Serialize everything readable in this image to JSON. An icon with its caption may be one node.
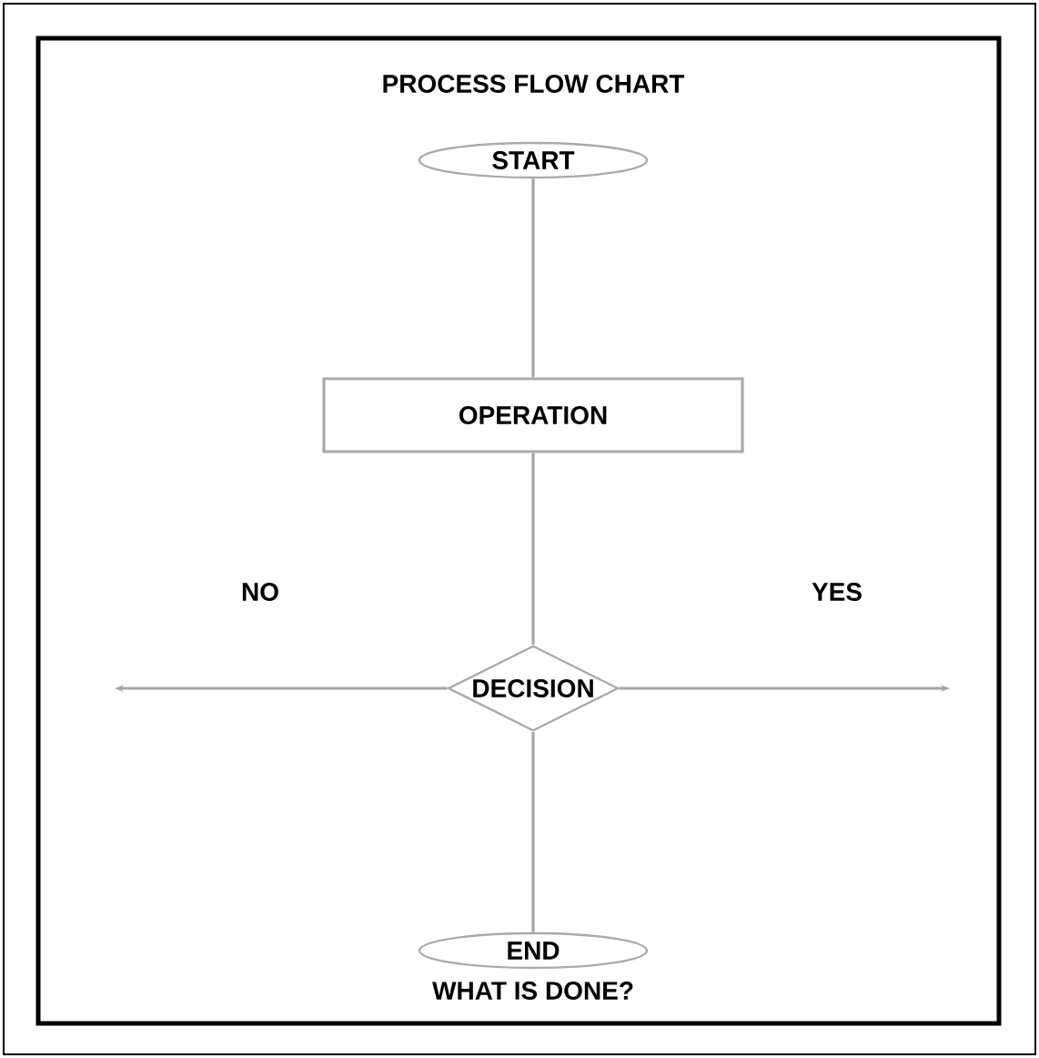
{
  "diagram": {
    "title": "PROCESS FLOW CHART",
    "caption": "WHAT IS DONE?",
    "nodes": [
      {
        "text": [
          "START"
        ]
      },
      {
        "text": [
          "OPERATION"
        ]
      },
      {
        "text": [
          "DECISION"
        ]
      },
      {
        "text": [
          "END"
        ]
      }
    ],
    "edges": [
      {
        "from": 0,
        "to": 1,
        "arrow": "none"
      },
      {
        "from": 1,
        "to": 2,
        "arrow": "none"
      },
      {
        "from": 2,
        "to": 3,
        "arrow": "none"
      },
      {
        "from": 2,
        "to": null,
        "arrow": "to",
        "label": "NO"
      },
      {
        "from": 2,
        "to": null,
        "arrow": "to",
        "label": "YES"
      }
    ]
  }
}
